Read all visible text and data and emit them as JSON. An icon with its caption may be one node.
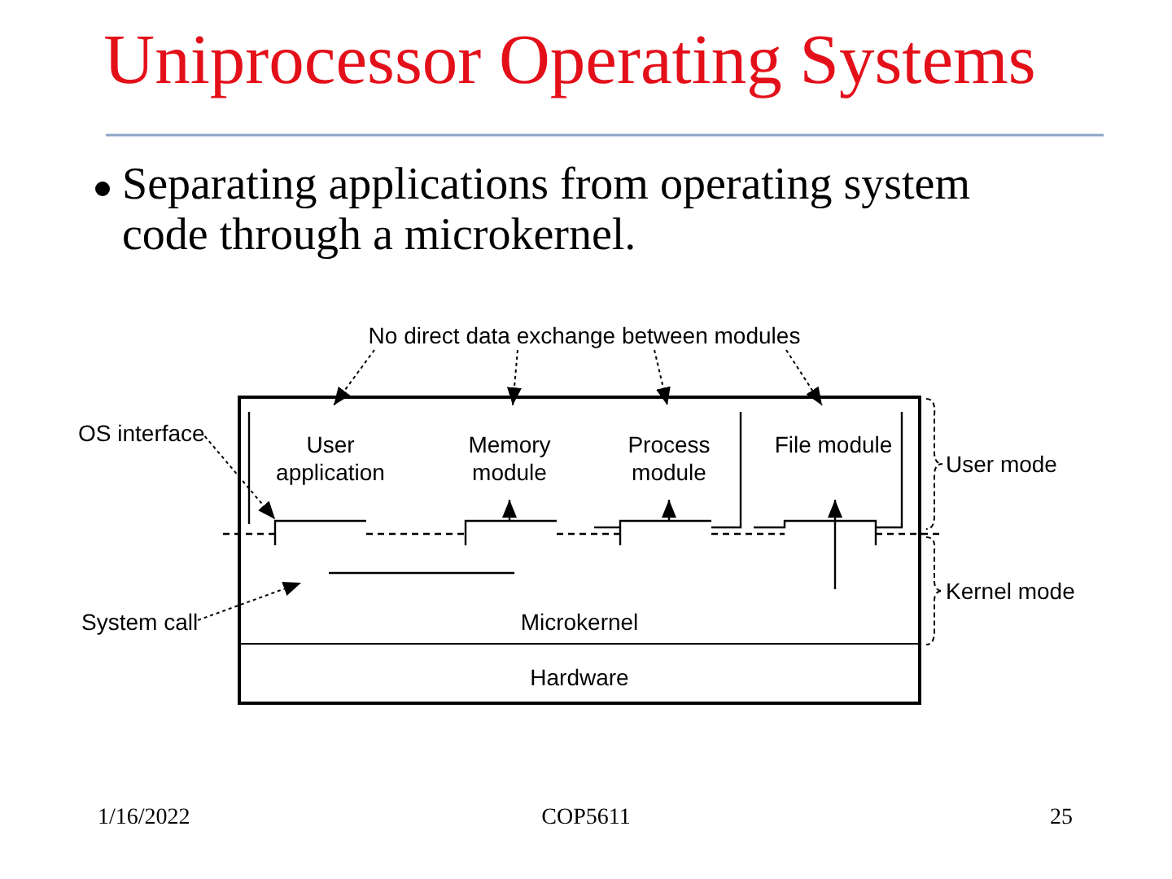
{
  "diagram": {
    "title": "Uniprocessor Operating Systems",
    "nodes": [
      {
        "text": [
          "No direct data exchange between modules"
        ]
      },
      {
        "text": [
          "OS interface"
        ]
      },
      {
        "text": [],
        "shape": "box"
      },
      {
        "text": [
          "User application"
        ],
        "in": 2
      },
      {
        "text": [
          "Memory module"
        ],
        "in": 2
      },
      {
        "text": [
          "Process module"
        ],
        "in": 2
      },
      {
        "text": [
          "File module"
        ],
        "in": 2
      },
      {
        "text": [
          "System call"
        ]
      },
      {
        "text": [
          "Microkernel"
        ],
        "in": 2
      },
      {
        "text": [
          "Hardware"
        ],
        "in": 2
      }
    ],
    "edges": [
      {
        "from": 0,
        "to": 3,
        "arrow": "to",
        "style": "dashed"
      },
      {
        "from": 0,
        "to": 4,
        "arrow": "to",
        "style": "dashed"
      },
      {
        "from": 0,
        "to": 5,
        "arrow": "to",
        "style": "dashed"
      },
      {
        "from": 0,
        "to": 6,
        "arrow": "to",
        "style": "dashed"
      },
      {
        "from": 1,
        "to": 3,
        "arrow": "to",
        "style": "dashed"
      },
      {
        "from": 7,
        "to": null,
        "arrow": "to",
        "style": "dashed"
      },
      {
        "from": null,
        "to": 4,
        "arrow": "to"
      },
      {
        "from": null,
        "to": 5,
        "arrow": "to"
      },
      {
        "from": null,
        "to": 6,
        "arrow": "to"
      }
    ],
    "labels": [
      "Separating applications from operating system code through a microkernel.",
      "User mode",
      "Kernel mode",
      "1/16/2022",
      "COP5611",
      "25"
    ]
  }
}
